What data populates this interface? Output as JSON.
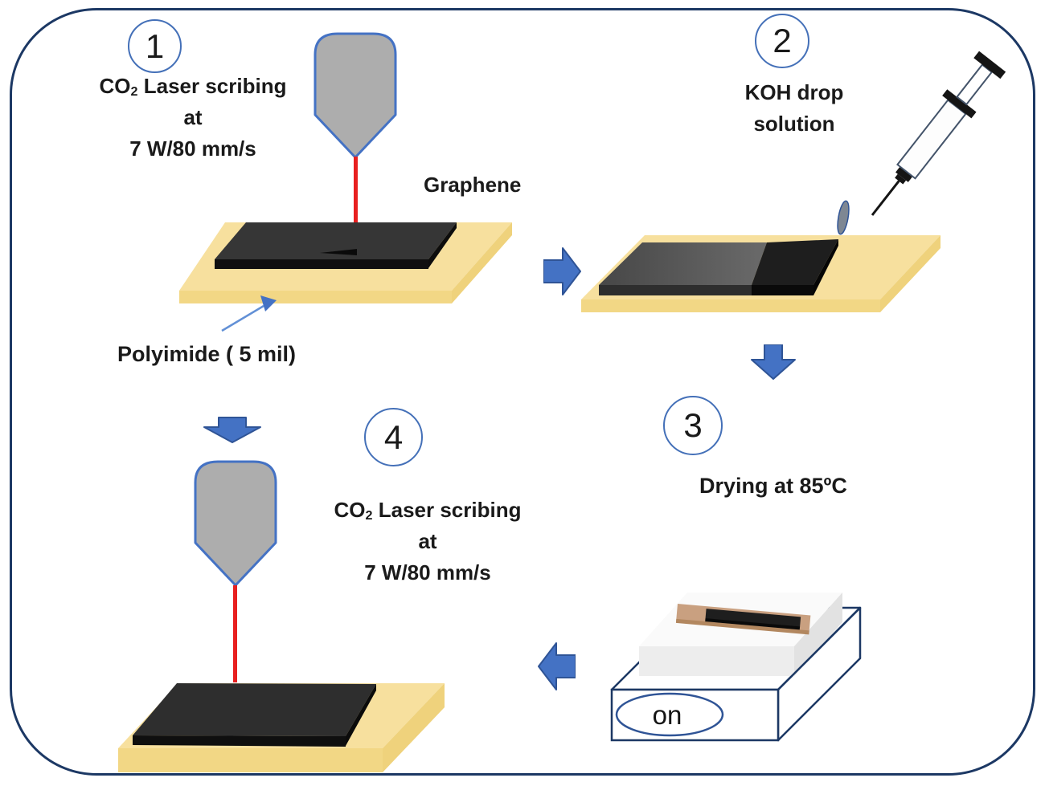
{
  "figure_kind": "fabrication-process-flow",
  "steps": {
    "step1": {
      "number": "1",
      "line1_prefix": "CO",
      "line1_sub": "2",
      "line1_suffix": " Laser scribing",
      "line2": "at",
      "line3": "7 W/80 mm/s"
    },
    "step2": {
      "number": "2",
      "line1": "KOH drop",
      "line2": "solution"
    },
    "step3": {
      "number": "3",
      "label": "Drying at 85ºC"
    },
    "step4": {
      "number": "4",
      "line1_prefix": "CO",
      "line1_sub": "2",
      "line1_suffix": " Laser scribing",
      "line2": "at",
      "line3": "7 W/80 mm/s"
    }
  },
  "labels": {
    "graphene": "Graphene",
    "polyimide": "Polyimide ( 5 mil)",
    "hotplate_power": "on"
  },
  "icons": [
    "laser-head-icon",
    "laser-beam",
    "syringe-icon",
    "drop-icon",
    "arrow-right-icon",
    "arrow-down-icon",
    "arrow-left-icon",
    "pointer-arrow-icon",
    "substrate-graphic",
    "hotplate-icon"
  ],
  "colors": {
    "frame_navy": "#1C3864",
    "badge_blue": "#4470B8",
    "arrow_blue": "#4472C4",
    "arrow_border": "#2F5496",
    "laser_red": "#E81F1F",
    "laser_head_gray": "#ADADAD",
    "substrate_yellow": "#F7E09E",
    "substrate_yellow_shadow": "#F0D482",
    "graphene_top": "#363636",
    "graphene_front": "#101010",
    "koh_wet_gray": "#555555",
    "koh_dark": "#1E1E1E",
    "hotplate_tan": "#C9A080",
    "text_dark": "#1a1a1a"
  }
}
